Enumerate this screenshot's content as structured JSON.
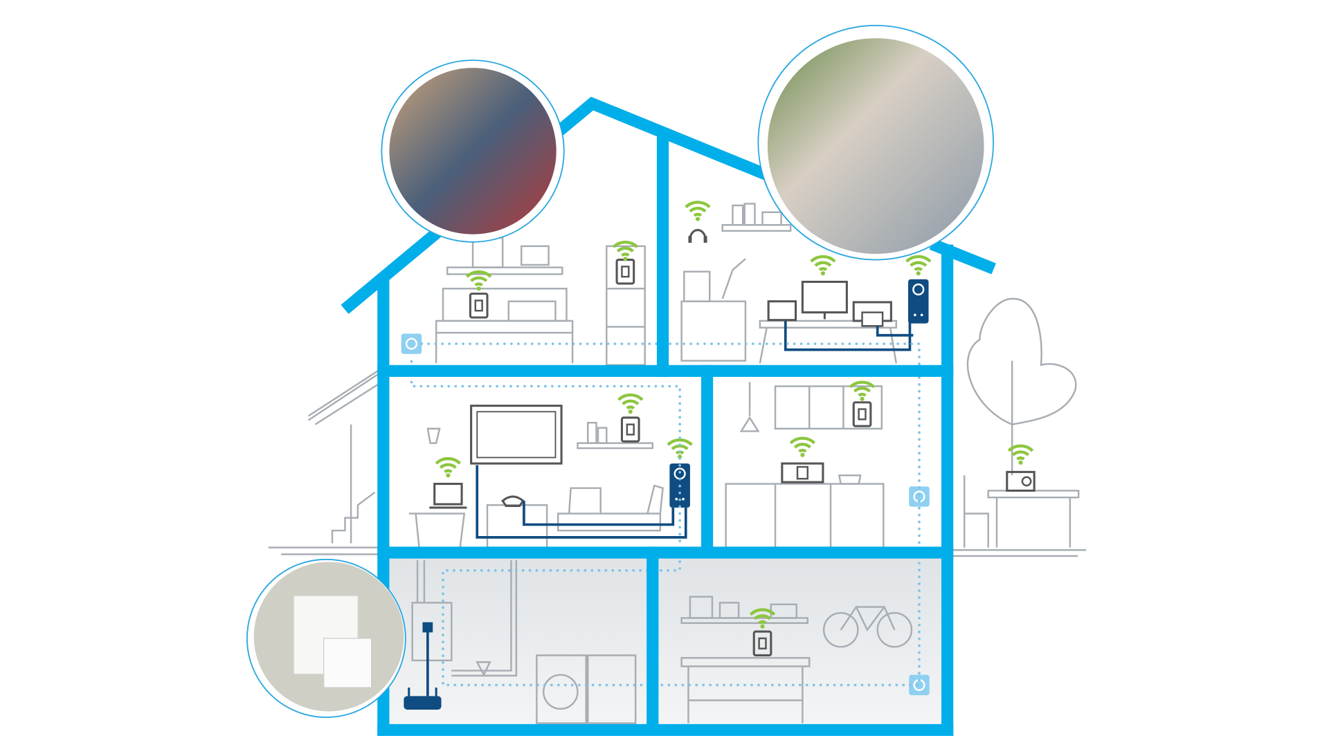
{
  "colors": {
    "house_frame": "#00aeea",
    "wifi_signal": "#8cc63f",
    "adapter": "#0f4c81",
    "powerline_dots": "#7fc3e6",
    "furniture_lines": "#a7adb3",
    "basement_fill": "#e6e9ec"
  },
  "icons": [
    "wifi-icon",
    "powerline-adapter-icon",
    "wall-socket-icon",
    "router-icon",
    "tv-icon",
    "laptop-icon",
    "monitor-icon",
    "printer-icon",
    "radio-icon",
    "headphones-icon",
    "bicycle-icon",
    "washing-machine-icon",
    "tree-icon",
    "fuse-box-icon"
  ],
  "photos": [
    "friends-gaming-photo",
    "man-with-laptop-photo",
    "fuse-box-adapter-photo"
  ]
}
